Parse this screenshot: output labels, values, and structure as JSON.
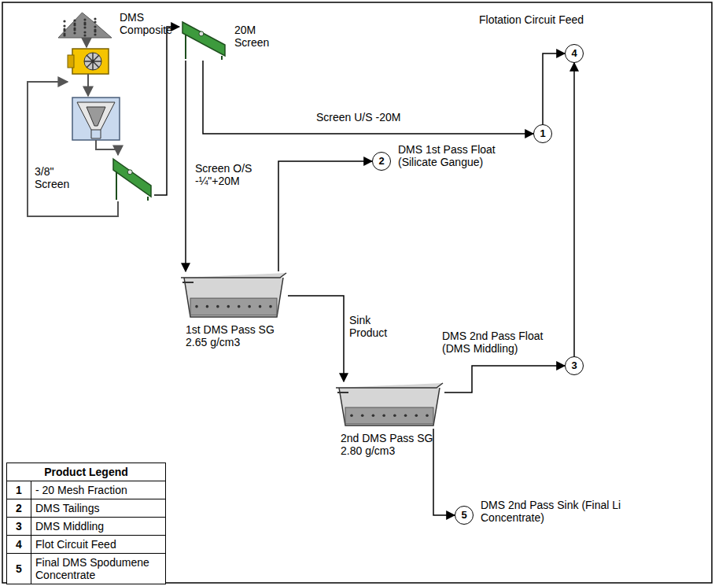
{
  "diagram": {
    "nodes": [
      {
        "text": [
          "DMS Composite"
        ]
      },
      {
        "text": [
          "3/8\" Screen"
        ]
      },
      {
        "text": [
          "20M Screen"
        ]
      },
      {
        "text": [
          "1st DMS Pass SG 2.65 g/cm3"
        ]
      },
      {
        "text": [
          "2nd DMS Pass SG 2.80 g/cm3"
        ]
      },
      {
        "text": [
          "1"
        ]
      },
      {
        "text": [
          "2",
          "DMS 1st Pass Float (Silicate Gangue)"
        ]
      },
      {
        "text": [
          "3"
        ]
      },
      {
        "text": [
          "4",
          "Flotation Circuit Feed"
        ]
      },
      {
        "text": [
          "5",
          "DMS 2nd Pass Sink (Final Li Concentrate)"
        ]
      }
    ],
    "edges": [
      {
        "from": 1,
        "to": 2,
        "arrow": "to"
      },
      {
        "from": 2,
        "to": 5,
        "label": "Screen U/S -20M",
        "arrow": "to"
      },
      {
        "from": 2,
        "to": 3,
        "label": "Screen O/S -¼\"+20M",
        "arrow": "to"
      },
      {
        "from": 3,
        "to": 6,
        "arrow": "to"
      },
      {
        "from": 3,
        "to": 4,
        "label": "Sink Product",
        "arrow": "to"
      },
      {
        "from": 4,
        "to": 7,
        "label": "DMS 2nd Pass Float (DMS Middling)",
        "arrow": "to"
      },
      {
        "from": 4,
        "to": 9,
        "arrow": "to"
      },
      {
        "from": 5,
        "to": 8,
        "arrow": "to"
      },
      {
        "from": 7,
        "to": 8,
        "arrow": "to"
      }
    ],
    "labels": [
      "Product Legend",
      "1",
      "- 20 Mesh Fraction",
      "2",
      "DMS Tailings",
      "3",
      "DMS Middling",
      "4",
      "Flot Circuit Feed",
      "5",
      "Final DMS Spodumene Concentrate"
    ]
  }
}
